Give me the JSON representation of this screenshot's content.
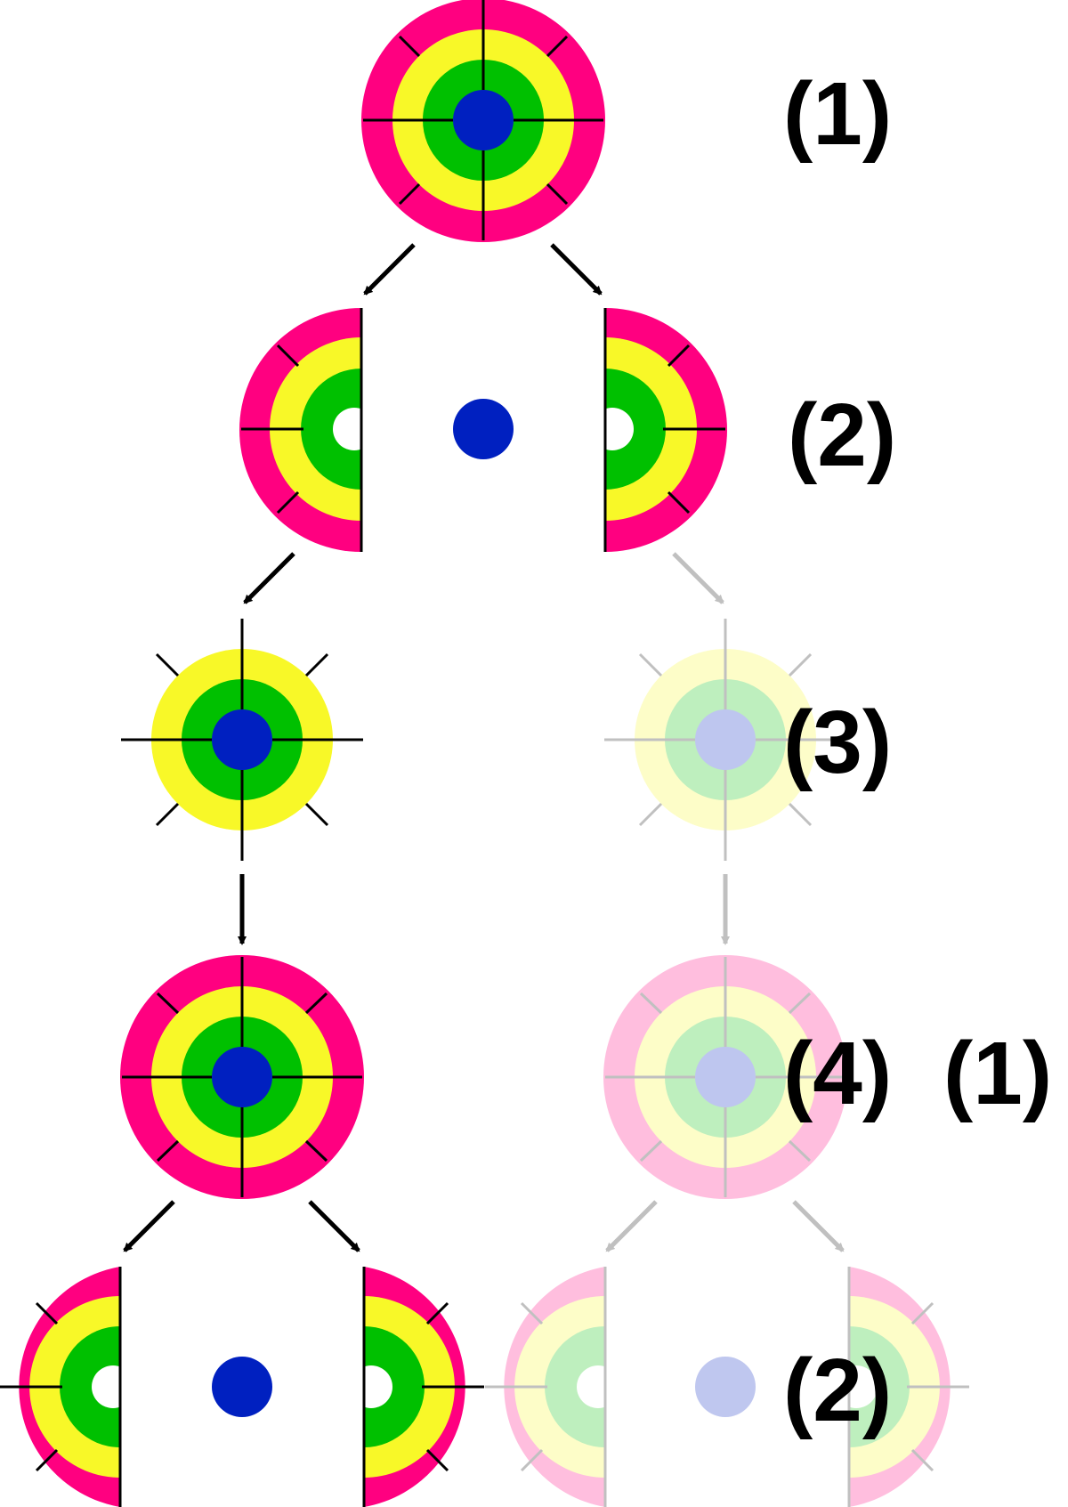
{
  "labels": {
    "step1": "(1)",
    "step2": "(2)",
    "step3": "(3)",
    "step4": "(4)",
    "step4b": "(1)",
    "step5": "(2)"
  },
  "colors": {
    "outer_ring": "#ff0080",
    "yellow_ring": "#f8f828",
    "green_ring": "#00c000",
    "core": "#0020c0",
    "line": "#000000",
    "faded_line": "#c0c0c0",
    "faded_opacity": 0.25
  }
}
